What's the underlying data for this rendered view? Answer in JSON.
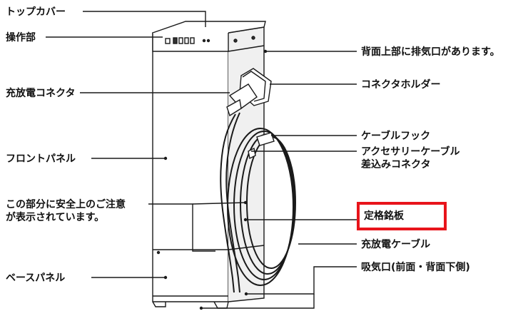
{
  "labels": {
    "top_cover": "トップカバー",
    "control_panel": "操作部",
    "charge_connector": "充放電コネクタ",
    "front_panel": "フロントパネル",
    "caution_area": "この部分に安全上のご注意\nが表示されています。",
    "base_panel": "ベースパネル",
    "rear_exhaust": "背面上部に排気口があります。",
    "connector_holder": "コネクタホルダー",
    "cable_hook": "ケーブルフック",
    "accessory_connector": "アクセサリーケーブル\n差込みコネクタ",
    "rating_plate": "定格銘板",
    "charge_cable": "充放電ケーブル",
    "air_intake": "吸気口(前面・背面下側)"
  },
  "colors": {
    "highlight": "#e8141b",
    "line": "#1a1a1a",
    "cabinet_side": "#e9e9e9"
  }
}
